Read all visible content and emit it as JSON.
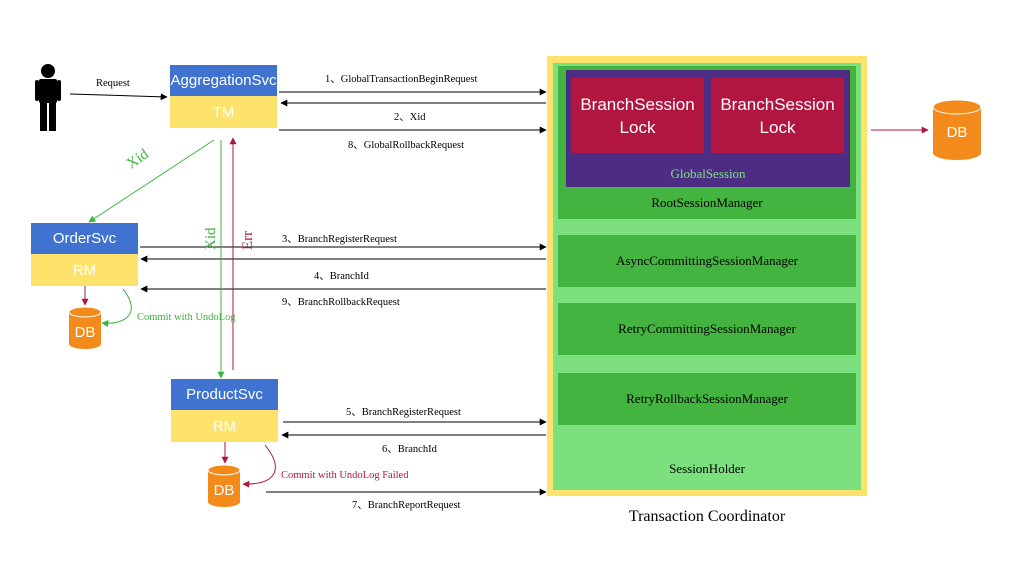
{
  "user": {
    "icon": "person-icon"
  },
  "request_label": "Request",
  "aggregation": {
    "name": "AggregationSvc",
    "role": "TM"
  },
  "order": {
    "name": "OrderSvc",
    "role": "RM"
  },
  "product": {
    "name": "ProductSvc",
    "role": "RM"
  },
  "db_label": "DB",
  "edges": {
    "e1": "1、GlobalTransactionBeginRequest",
    "e2": "2、Xid",
    "e8": "8、GlobalRollbackRequest",
    "e3": "3、BranchRegisterRequest",
    "e4": "4、BranchId",
    "e9": "9、BranchRollbackRequest",
    "e5": "5、BranchRegisterRequest",
    "e6": "6、BranchId",
    "e7": "7、BranchReportRequest",
    "xid_diag": "Xid",
    "xid_vert": "Xid",
    "err_vert": "Err",
    "commit_undo": "Commit with UndoLog",
    "commit_undo_failed": "Commit with UndoLog Failed"
  },
  "tc": {
    "lock1": [
      "BranchSession",
      "Lock"
    ],
    "lock2": [
      "BranchSession",
      "Lock"
    ],
    "global_session": "GlobalSession",
    "root": "RootSessionManager",
    "async": "AsyncCommittingSessionManager",
    "retry_commit": "RetryCommittingSessionManager",
    "retry_rollback": "RetryRollbackSessionManager",
    "holder": "SessionHolder",
    "caption": "Transaction Coordinator"
  },
  "colors": {
    "service_head": "#3f73cf",
    "service_role": "#fde36c",
    "tc_border": "#fde36c",
    "session_holder": "#7de07f",
    "manager": "#43b43f",
    "global_session": "#4d2d84",
    "lock": "#b0163f",
    "db": "#f28a1c",
    "green_edge": "#3cb33c",
    "red_edge": "#b0163f"
  }
}
